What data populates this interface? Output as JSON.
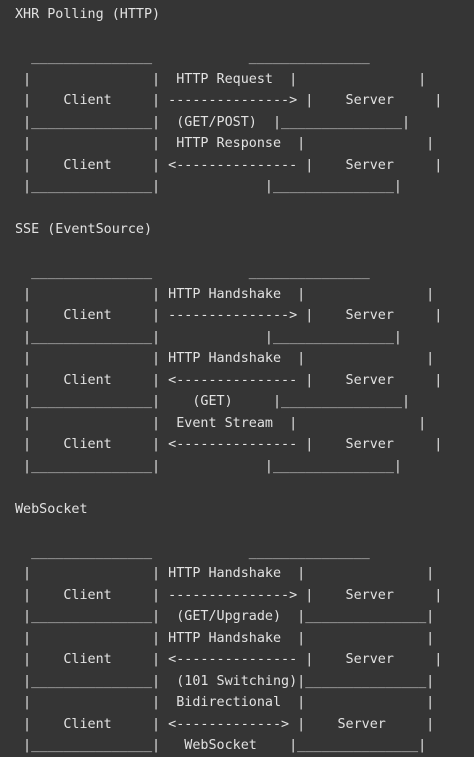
{
  "diagram": {
    "lines": [
      "XHR Polling (HTTP)",
      "",
      "  _______________            _______________",
      " |               |  HTTP Request  |               |",
      " |    Client     | ---------------> |    Server     |",
      " |_______________|  (GET/POST)  |_______________|",
      " |               |  HTTP Response  |               |",
      " |    Client     | <--------------- |    Server     |",
      " |_______________|             |_______________|",
      "",
      "SSE (EventSource)",
      "",
      "  _______________            _______________",
      " |               | HTTP Handshake  |               |",
      " |    Client     | ---------------> |    Server     |",
      " |_______________|             |_______________|",
      " |               | HTTP Handshake  |               |",
      " |    Client     | <--------------- |    Server     |",
      " |_______________|    (GET)     |_______________|",
      " |               |  Event Stream  |               |",
      " |    Client     | <--------------- |    Server     |",
      " |_______________|             |_______________|",
      "",
      "WebSocket",
      "",
      "  _______________            _______________",
      " |               | HTTP Handshake  |               |",
      " |    Client     | ---------------> |    Server     |",
      " |_______________|  (GET/Upgrade)  |_______________|",
      " |               | HTTP Handshake  |               |",
      " |    Client     | <--------------- |    Server     |",
      " |_______________|  (101 Switching)|_______________|",
      " |               |  Bidirectional  |               |",
      " |    Client     | <-------------> |    Server     |",
      " |_______________|   WebSocket    |_______________|"
    ]
  }
}
